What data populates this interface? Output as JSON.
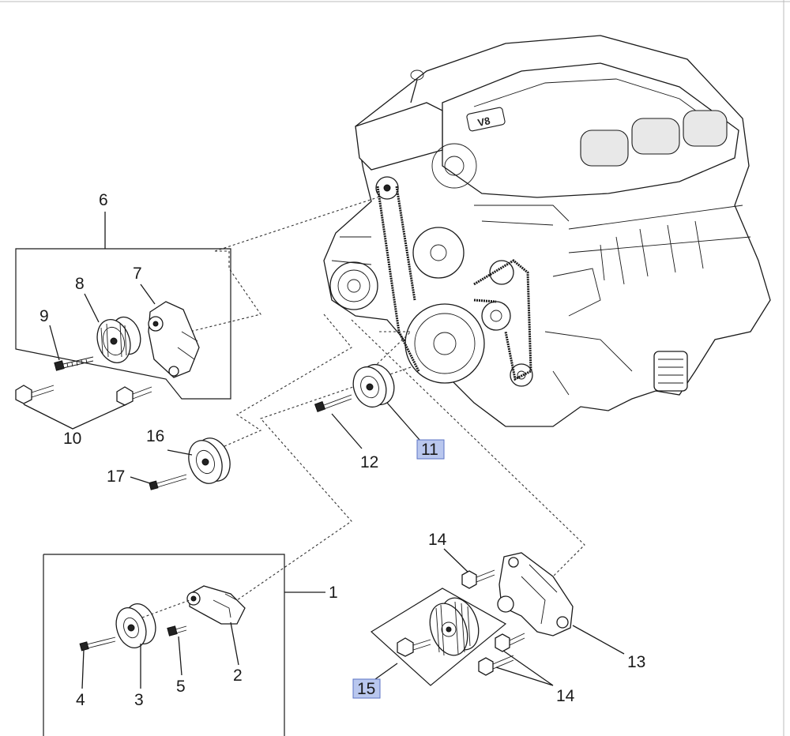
{
  "diagram": {
    "callouts": {
      "c1": "1",
      "c2": "2",
      "c3": "3",
      "c4": "4",
      "c5": "5",
      "c6": "6",
      "c7": "7",
      "c8": "8",
      "c9": "9",
      "c10": "10",
      "c11": "11",
      "c12": "12",
      "c13": "13",
      "c14a": "14",
      "c14b": "14",
      "c15": "15",
      "c16": "16",
      "c17": "17"
    },
    "engine_badge": "V8",
    "highlight_color": "#b9c7ee"
  }
}
